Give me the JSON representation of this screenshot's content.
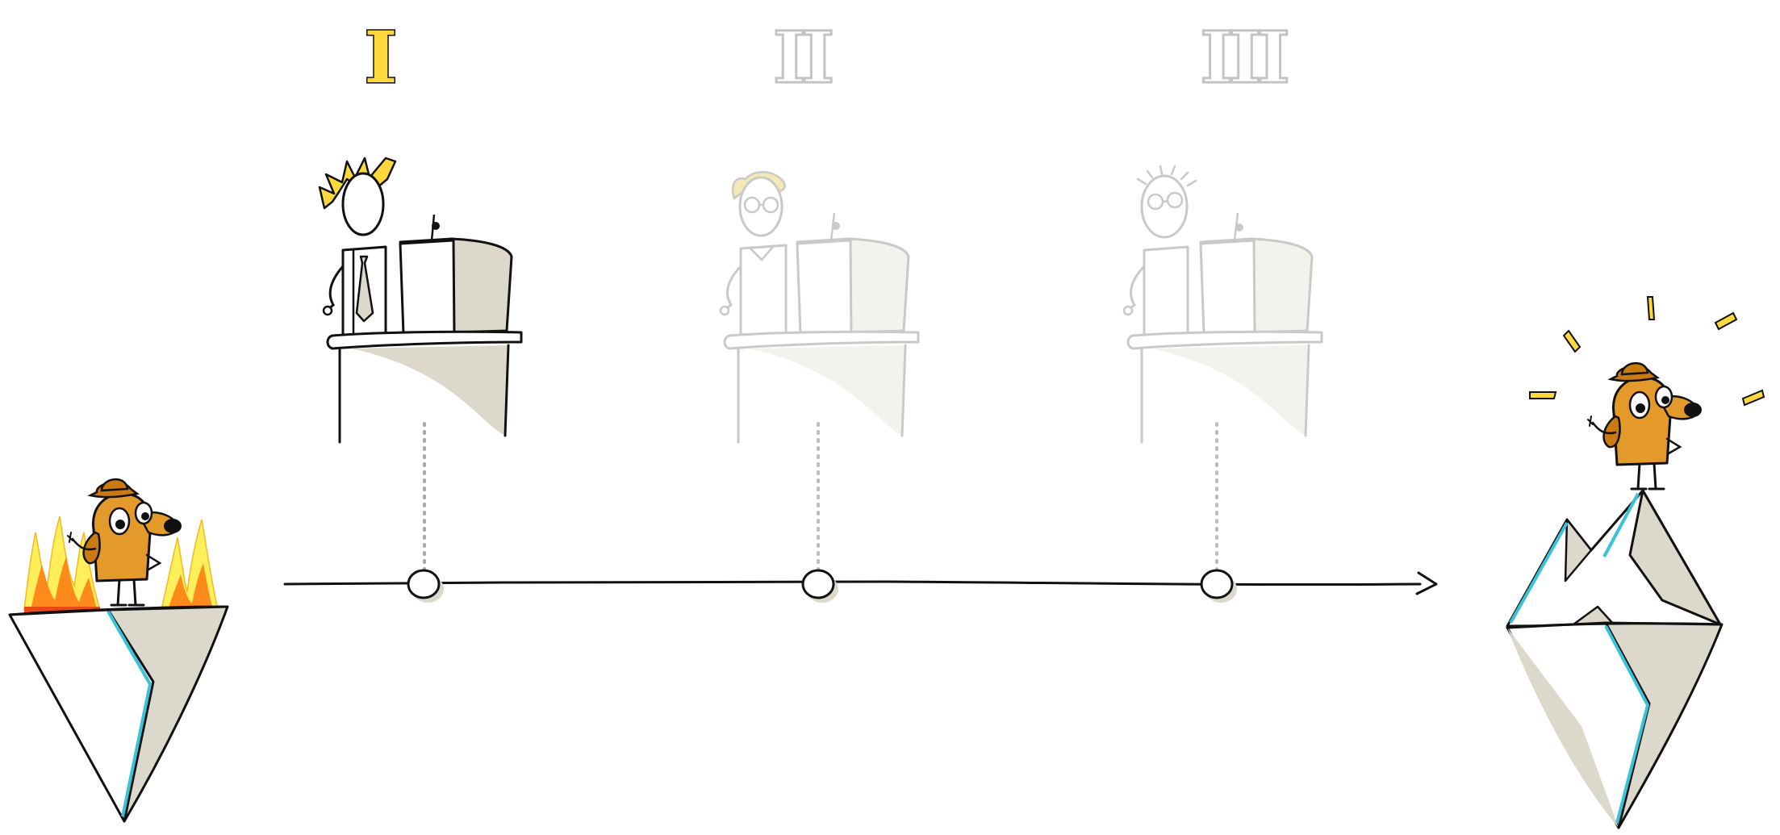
{
  "colors": {
    "ink": "#111111",
    "faded_ink": "#c4c4c4",
    "highlight_yellow": "#ffd93b",
    "faded_yellow": "#f3e6ad",
    "podium_shade": "#dcd8cc",
    "faded_podium_shade": "#f2f1ec",
    "dog_orange": "#e49a2a",
    "dog_dark": "#111111",
    "flame_outer": "#ffef5a",
    "flame_inner": "#ff8a1c",
    "flame_base": "#e84a18",
    "ice_face": "#dcd8cc",
    "ice_edge": "#39c3d8",
    "sparkle": "#ffd93b"
  },
  "stages": [
    {
      "numeral": "I",
      "state": "active"
    },
    {
      "numeral": "II",
      "state": "inactive"
    },
    {
      "numeral": "III",
      "state": "inactive"
    }
  ],
  "left_scene": {
    "icon": "dog-on-burning-iceberg-icon"
  },
  "right_scene": {
    "icon": "happy-dog-on-mountain-iceberg-icon"
  },
  "timeline": {
    "arrow": "arrow-right-icon",
    "marker_count": 3
  }
}
